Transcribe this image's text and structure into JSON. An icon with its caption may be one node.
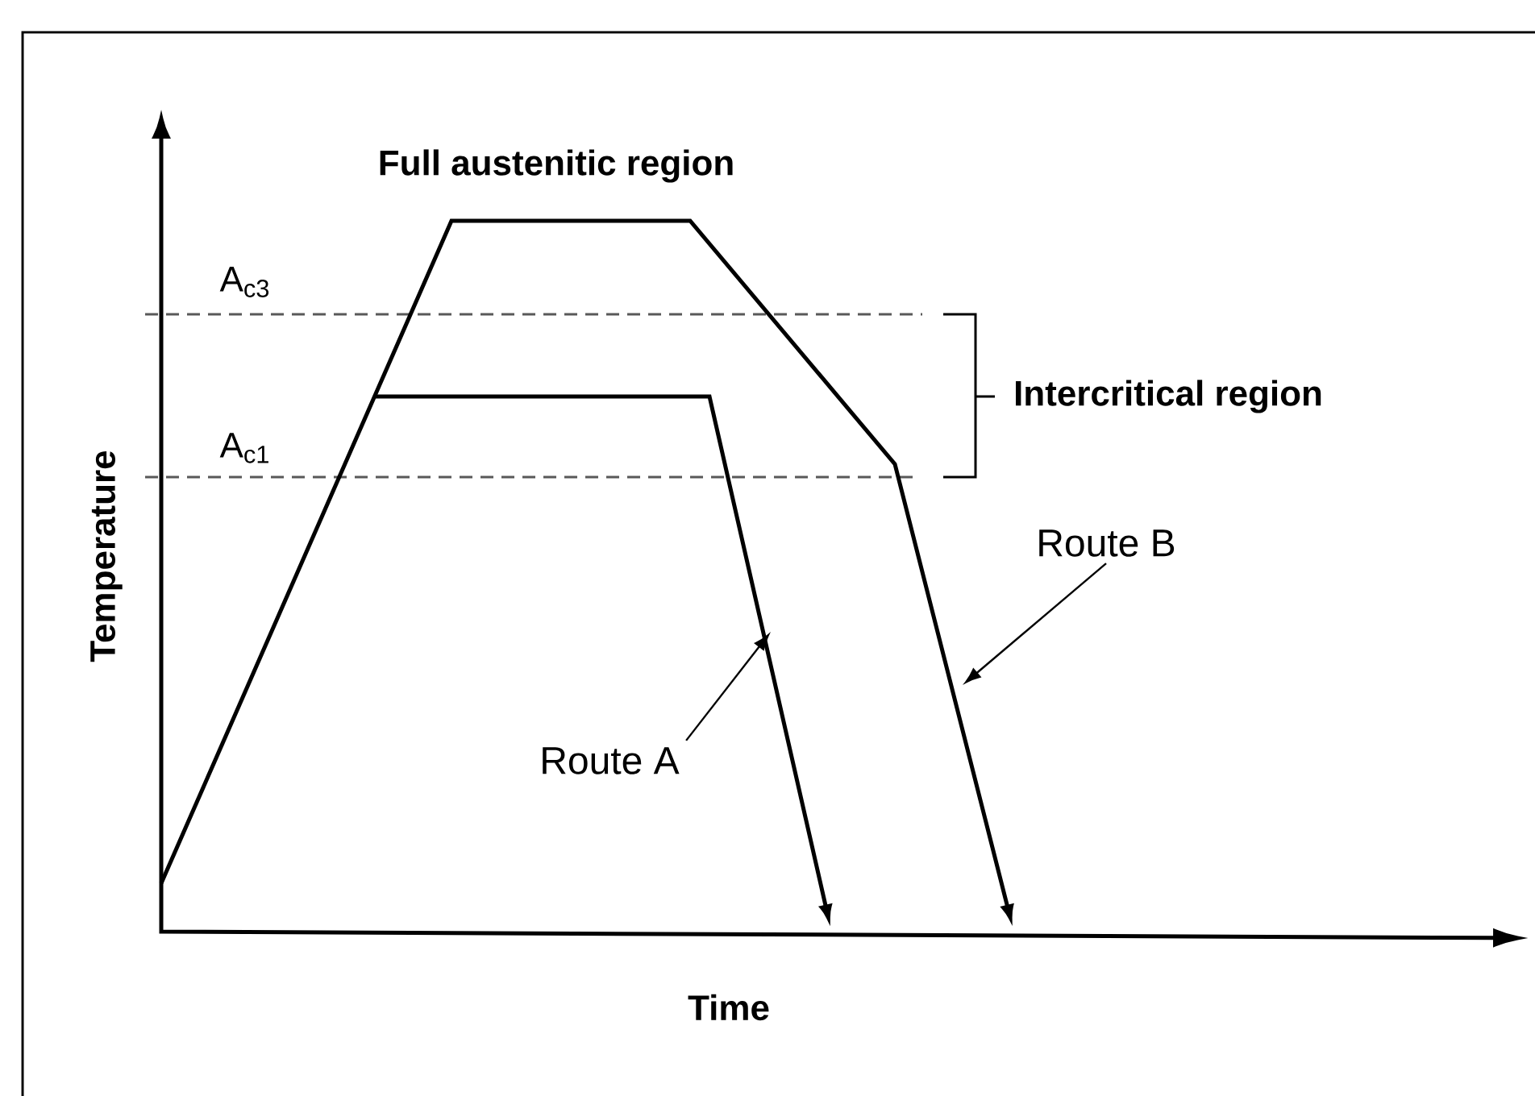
{
  "diagram": {
    "nodes": [
      {
        "text": [
          "Route A"
        ]
      },
      {
        "text": [
          "Route B"
        ]
      }
    ],
    "edges": [
      {
        "from": 0,
        "to": null,
        "arrow": "to"
      },
      {
        "from": 1,
        "to": null,
        "arrow": "to"
      }
    ],
    "labels": [
      "Full austenitic region",
      "A$_{c3}$",
      "A$_{c1}$",
      "Intercritical region",
      "Temperature",
      "Time"
    ]
  }
}
